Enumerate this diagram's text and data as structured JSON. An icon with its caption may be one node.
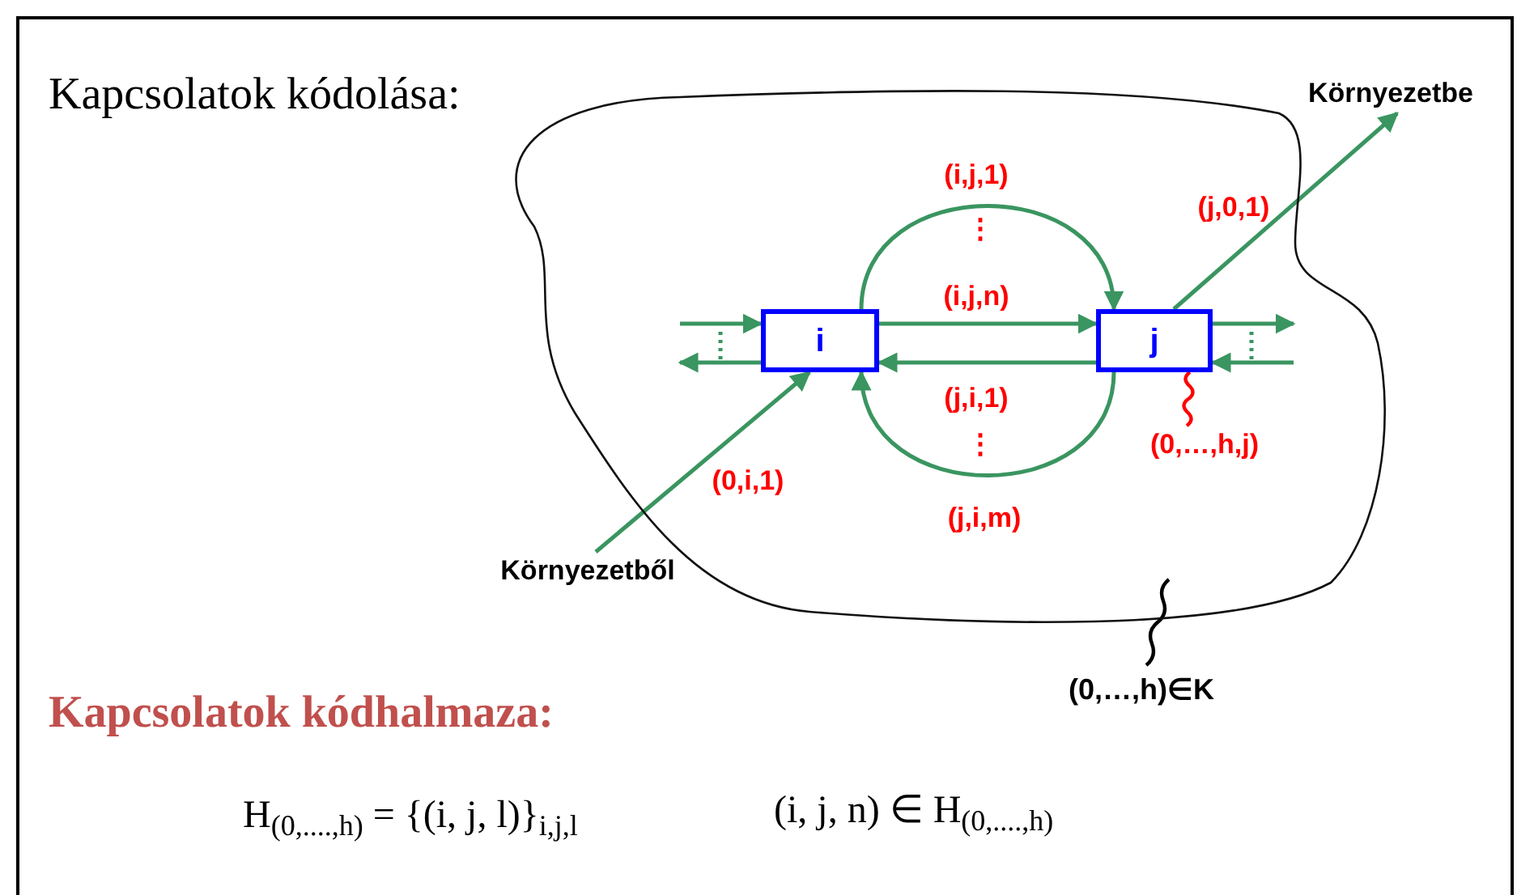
{
  "diagram": {
    "title": "Kapcsolatok kódolása:",
    "nodes": [
      {
        "text": [],
        "shape": "cloud"
      },
      {
        "text": [
          "i"
        ],
        "in": 0
      },
      {
        "text": [
          "j"
        ],
        "in": 0
      },
      {
        "text": [
          "Környezetből"
        ]
      },
      {
        "text": [
          "Környezetbe"
        ]
      },
      {
        "text": [
          "(0,…,h,j)"
        ],
        "in": 0
      },
      {
        "text": [
          "(0,…,h)∈K"
        ]
      }
    ],
    "edges": [
      {
        "from": 1,
        "to": 2,
        "arrow": "to",
        "label": "(i,j,1)"
      },
      {
        "from": 1,
        "to": 2,
        "arrow": "to",
        "label": "(i,j,n)"
      },
      {
        "from": 2,
        "to": 1,
        "arrow": "to",
        "label": "(j,i,1)"
      },
      {
        "from": 2,
        "to": 1,
        "arrow": "to",
        "label": "(j,i,m)"
      },
      {
        "from": 3,
        "to": 1,
        "arrow": "to",
        "label": "(0,i,1)"
      },
      {
        "from": 2,
        "to": 4,
        "arrow": "to",
        "label": "(j,0,1)"
      },
      {
        "from": null,
        "to": 1,
        "arrow": "to"
      },
      {
        "from": 1,
        "to": null,
        "arrow": "to"
      },
      {
        "from": 2,
        "to": null,
        "arrow": "to"
      },
      {
        "from": null,
        "to": 2,
        "arrow": "to"
      },
      {
        "from": 5,
        "to": 2,
        "arrow": "none",
        "color": "#ff0000"
      },
      {
        "from": 6,
        "to": 0,
        "arrow": "none",
        "color": "#000000"
      }
    ],
    "labels": [
      "⋮",
      "⋮",
      "Kapcsolatok kódhalmaza:",
      "H$_{(0,....,h)}$ = {(i, j, l)}$_{i,j,l}$",
      "(i, j, n) ∈ H$_{(0,....,h)}$"
    ]
  }
}
